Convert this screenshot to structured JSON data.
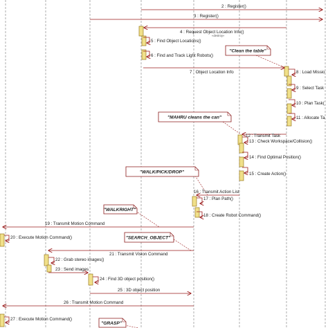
{
  "colors": {
    "line": "#9a1a1a",
    "lifeline": "#777777",
    "activation_fill": "#f0e08a",
    "activation_stroke": "#9a7a20",
    "note_fill": "#ffffff",
    "note_stroke": "#8a1a1a"
  },
  "lifelines": [
    {
      "id": "L0"
    },
    {
      "id": "L1"
    },
    {
      "id": "L2"
    },
    {
      "id": "L3"
    },
    {
      "id": "L4"
    },
    {
      "id": "L5"
    },
    {
      "id": "L6"
    },
    {
      "id": "L7"
    }
  ],
  "messages": [
    {
      "label": "2 : Register()"
    },
    {
      "label": "3 : Register()"
    },
    {
      "label": "4 : Request Object Location Info()",
      "stereotype": "«destroy»"
    },
    {
      "label": "5 : Find Object Locations()"
    },
    {
      "label": "6 : Find and Track Light Robots()"
    },
    {
      "label": "7 : Object Location Info"
    },
    {
      "label": "8 : Load Missio"
    },
    {
      "label": "9 : Select Task"
    },
    {
      "label": "10 : Plan Task("
    },
    {
      "label": "11 : Allocate Ta"
    },
    {
      "label": "12 : Transmit Task"
    },
    {
      "label": "13 : Check Workspace/Collision()"
    },
    {
      "label": "14 : Find Optimal Position()"
    },
    {
      "label": "15 : Create Action()"
    },
    {
      "label": "16 : Transmit Action List"
    },
    {
      "label": "17 : Plan Path()"
    },
    {
      "label": "18 : Create Robot Command()"
    },
    {
      "label": "19 : Transmit Motion Command"
    },
    {
      "label": "20 : Execute Motion Command()"
    },
    {
      "label": "21 : Transmit Vision Command"
    },
    {
      "label": "22 : Grab stereo images()"
    },
    {
      "label": "23 : Send images"
    },
    {
      "label": "24 : Find 3D object position()"
    },
    {
      "label": "25 : 3D object position"
    },
    {
      "label": "26 : Transmit Motion Command"
    },
    {
      "label": "27 : Execute Motion Command()"
    }
  ],
  "notes": [
    {
      "text": "\"Clean the table\""
    },
    {
      "text": "\"MAHRU cleans the can\""
    },
    {
      "text": "\"WALK/PICK/DROP\""
    },
    {
      "text": "\"WALKRIGHT\""
    },
    {
      "text": "\"SEARCH_OBJECT\""
    },
    {
      "text": "\"GRASP\""
    }
  ]
}
